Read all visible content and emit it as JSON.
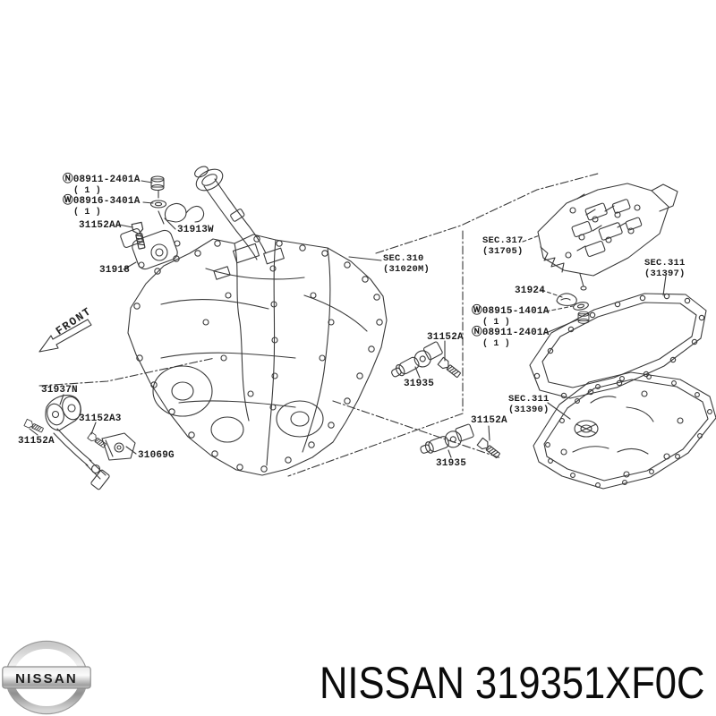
{
  "page": {
    "background_color": "#ffffff"
  },
  "diagram": {
    "front_label": "FRONT",
    "labels": [
      {
        "id": "nut-08911-top",
        "prefix": "Ⓝ",
        "text": "08911-2401A",
        "qty": "( 1 )"
      },
      {
        "id": "nut-08916",
        "prefix": "Ⓦ",
        "text": "08916-3401A",
        "qty": "( 1 )"
      },
      {
        "id": "bolt-31152AA",
        "text": "31152AA"
      },
      {
        "id": "bracket-31913W",
        "text": "31913W"
      },
      {
        "id": "switch-31918",
        "text": "31918"
      },
      {
        "id": "sec-310",
        "text": "SEC.310",
        "sub": "(31020M)"
      },
      {
        "id": "sec-317",
        "text": "SEC.317",
        "sub": "(31705)"
      },
      {
        "id": "clip-31924",
        "text": "31924"
      },
      {
        "id": "washer-08915",
        "prefix": "Ⓦ",
        "text": "08915-1401A",
        "qty": "( 1 )"
      },
      {
        "id": "nut-08911-right",
        "prefix": "Ⓝ",
        "text": "08911-2401A",
        "qty": "( 1 )"
      },
      {
        "id": "sec-311-gasket",
        "text": "SEC.311",
        "sub": "(31397)"
      },
      {
        "id": "bolt-31152A-upper",
        "text": "31152A"
      },
      {
        "id": "sensor-31935-upper",
        "text": "31935"
      },
      {
        "id": "bolt-31152A-lower",
        "text": "31152A"
      },
      {
        "id": "sensor-31935-lower",
        "text": "31935"
      },
      {
        "id": "sec-311-pan",
        "text": "SEC.311",
        "sub": "(31390)"
      },
      {
        "id": "rod-31937N",
        "text": "31937N"
      },
      {
        "id": "bolt-31152A3",
        "text": "31152A3"
      },
      {
        "id": "bolt-31152A-left",
        "text": "31152A"
      },
      {
        "id": "bracket-31069G",
        "text": "31069G"
      }
    ]
  },
  "footer": {
    "logo_text": "NISSAN",
    "caption": "NISSAN 319351XF0C"
  }
}
